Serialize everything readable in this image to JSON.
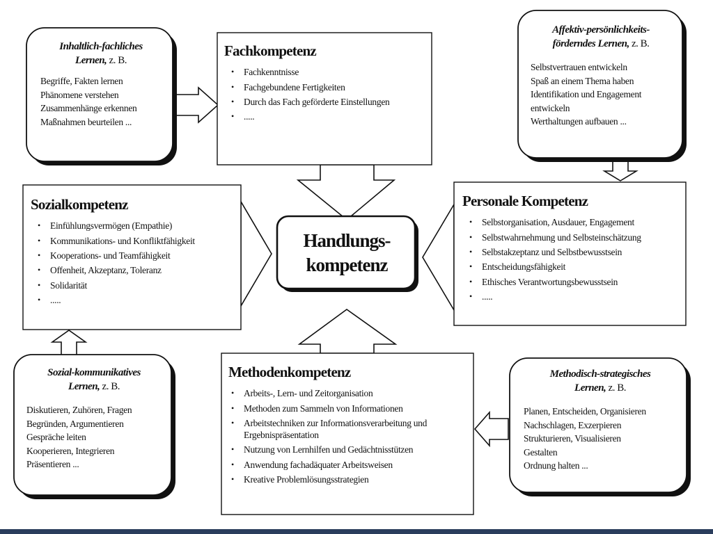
{
  "center": {
    "line1": "Handlungs-",
    "line2": "kompetenz"
  },
  "fachkompetenz": {
    "title": "Fachkompetenz",
    "items": [
      "Fachkenntnisse",
      "Fachgebundene Fertigkeiten",
      "Durch das Fach geförderte Einstellungen",
      "....."
    ]
  },
  "sozialkompetenz": {
    "title": "Sozialkompetenz",
    "items": [
      "Einfühlungsvermögen (Empathie)",
      "Kommunikations- und Konfliktfähigkeit",
      "Kooperations- und Teamfähigkeit",
      "Offenheit, Akzeptanz, Toleranz",
      "Solidarität",
      "....."
    ]
  },
  "personale_kompetenz": {
    "title": "Personale Kompetenz",
    "items": [
      "Selbstorganisation, Ausdauer, Engagement",
      "Selbstwahrnehmung und Selbsteinschätzung",
      "Selbstakzeptanz und Selbstbewusstsein",
      "Entscheidungsfähigkeit",
      "Ethisches Verantwortungsbewusstsein",
      "....."
    ]
  },
  "methodenkompetenz": {
    "title": "Methodenkompetenz",
    "items": [
      "Arbeits-, Lern- und Zeitorganisation",
      "Methoden zum Sammeln von Informationen",
      "Arbeitstechniken zur Informationsverarbeitung und",
      "Nutzung von Lernhilfen und Gedächtnisstützen",
      "Anwendung fachadäquater Arbeitsweisen",
      "Kreative Problemlösungsstrategien"
    ],
    "item3_cont": "Ergebnispräsentation"
  },
  "inhaltlich": {
    "title_line1": "Inhaltlich-fachliches",
    "title_line2": "Lernen,",
    "zb": "z. B.",
    "lines": [
      "Begriffe, Fakten lernen",
      "Phänomene verstehen",
      "Zusammenhänge erkennen",
      "Maßnahmen beurteilen ..."
    ]
  },
  "affektiv": {
    "title_line1": "Affektiv-persönlichkeits-",
    "title_line2": "förderndes Lernen,",
    "zb": "z. B.",
    "lines": [
      "Selbstvertrauen entwickeln",
      "Spaß an einem Thema haben",
      "Identifikation und Engagement",
      "entwickeln",
      "Werthaltungen aufbauen ..."
    ]
  },
  "sozial_kommunikativ": {
    "title_line1": "Sozial-kommunikatives",
    "title_line2": "Lernen,",
    "zb": "z. B.",
    "lines": [
      "Diskutieren, Zuhören, Fragen",
      "Begründen, Argumentieren",
      "Gespräche leiten",
      "Kooperieren, Integrieren",
      "Präsentieren ..."
    ]
  },
  "methodisch": {
    "title_line1": "Methodisch-strategisches",
    "title_line2": "Lernen,",
    "zb": "z. B.",
    "lines": [
      "Planen, Entscheiden, Organisieren",
      "Nachschlagen, Exzerpieren",
      "Strukturieren, Visualisieren",
      "Gestalten",
      "Ordnung halten ..."
    ]
  },
  "colors": {
    "ink": "#111111",
    "paper": "#ffffff",
    "bottom_bar": "#2a3d5c"
  }
}
